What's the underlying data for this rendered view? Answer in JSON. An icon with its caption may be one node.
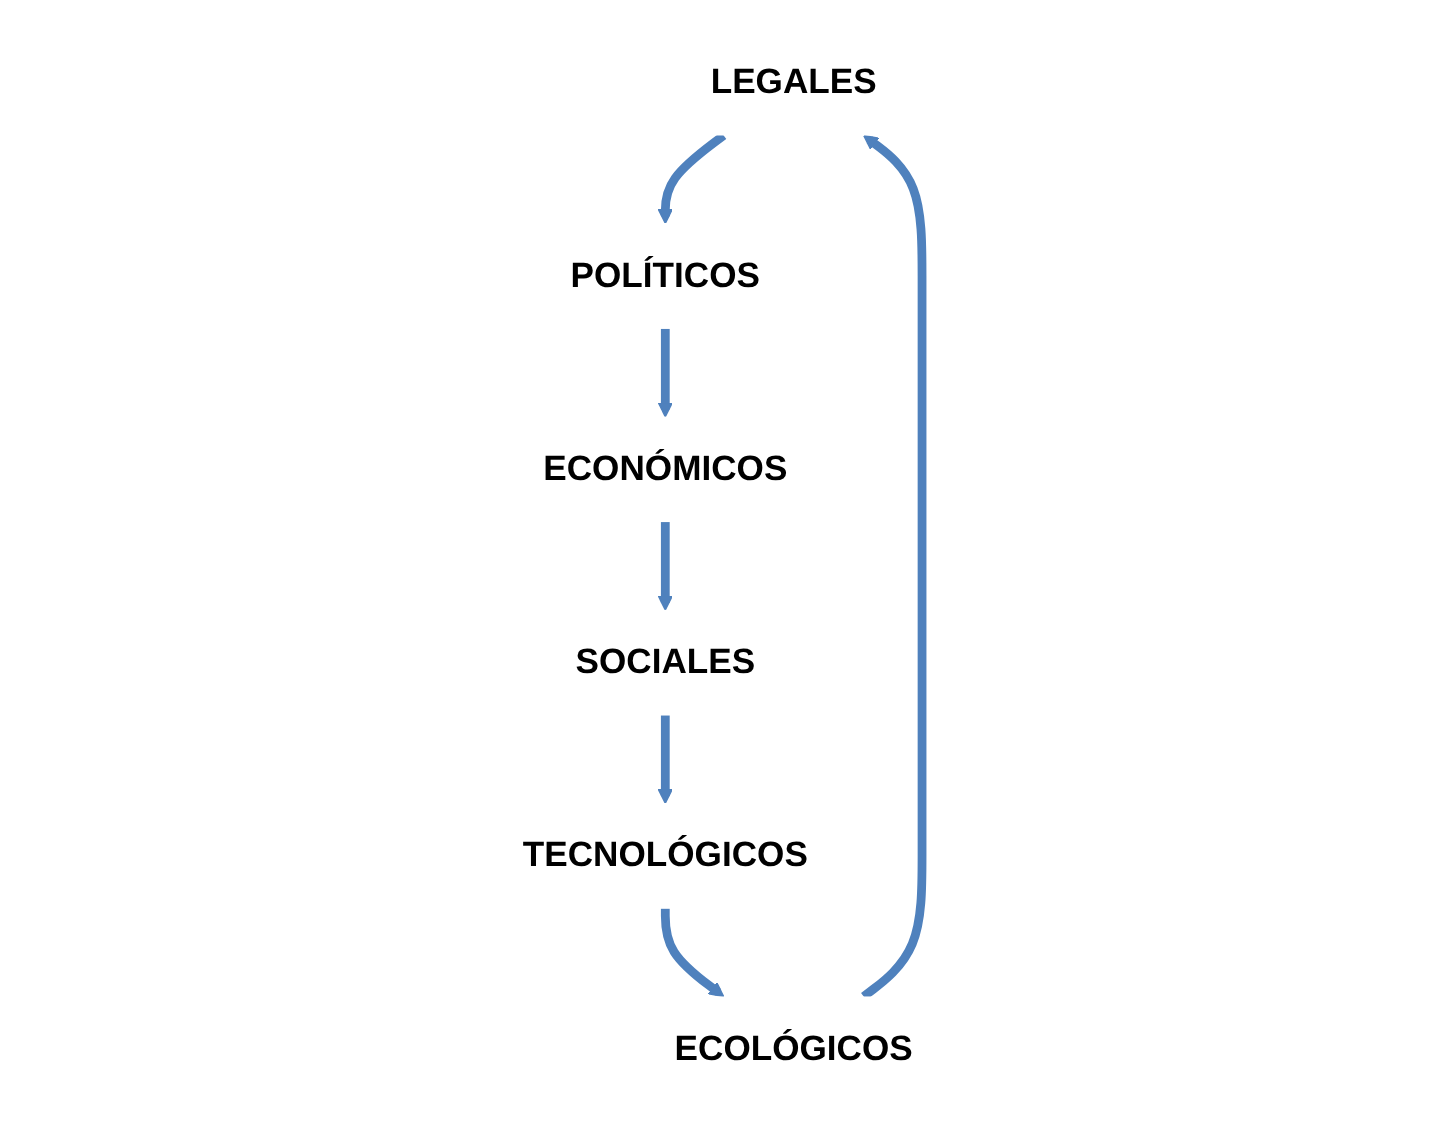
{
  "diagram": {
    "nodes": [
      {
        "text": [
          "LEGALES"
        ]
      },
      {
        "text": [
          "POLÍTICOS"
        ]
      },
      {
        "text": [
          "ECOLÓGICOS"
        ]
      },
      {
        "text": [
          "ECONÓMICOS"
        ]
      },
      {
        "text": [
          "TECNOLÓGICOS"
        ]
      },
      {
        "text": [
          "SOCIALES"
        ]
      }
    ],
    "edges": [
      {
        "from": 0,
        "to": 1,
        "arrow": "to"
      },
      {
        "from": 1,
        "to": 3,
        "arrow": "to"
      },
      {
        "from": 3,
        "to": 5,
        "arrow": "to"
      },
      {
        "from": 5,
        "to": 4,
        "arrow": "to"
      },
      {
        "from": 4,
        "to": 2,
        "arrow": "to"
      },
      {
        "from": 2,
        "to": 0,
        "arrow": "to"
      }
    ]
  }
}
